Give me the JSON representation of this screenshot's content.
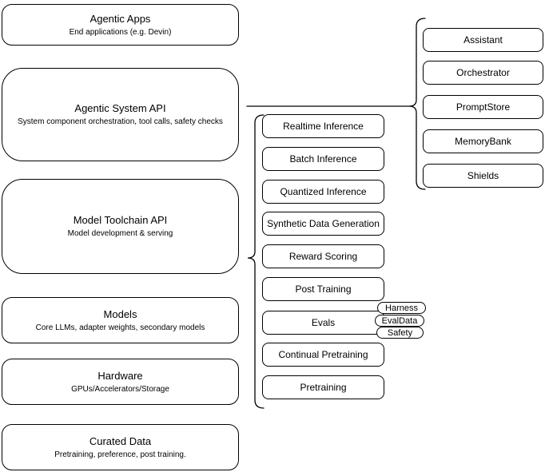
{
  "diagram": {
    "colors": {
      "stroke": "#000000",
      "fill": "#ffffff",
      "text": "#000000"
    },
    "stack_layers": [
      {
        "title": "Agentic Apps",
        "subtitle": "End applications (e.g. Devin)"
      },
      {
        "title": "Agentic System API",
        "subtitle": "System component orchestration, tool calls, safety checks"
      },
      {
        "title": "Model Toolchain API",
        "subtitle": "Model development & serving"
      },
      {
        "title": "Models",
        "subtitle": "Core LLMs, adapter weights, secondary models"
      },
      {
        "title": "Hardware",
        "subtitle": "GPUs/Accelerators/Storage"
      },
      {
        "title": "Curated Data",
        "subtitle": "Pretraining, preference, post training."
      }
    ],
    "toolchain_items": [
      {
        "label": "Realtime Inference"
      },
      {
        "label": "Batch Inference"
      },
      {
        "label": "Quantized Inference"
      },
      {
        "label": "Synthetic Data Generation"
      },
      {
        "label": "Reward Scoring"
      },
      {
        "label": "Post Training"
      },
      {
        "label": "Evals"
      },
      {
        "label": "Continual Pretraining"
      },
      {
        "label": "Pretraining"
      }
    ],
    "evals_tags": [
      {
        "label": "Harness"
      },
      {
        "label": "EvalData"
      },
      {
        "label": "Safety"
      }
    ],
    "system_components": [
      {
        "label": "Assistant"
      },
      {
        "label": "Orchestrator"
      },
      {
        "label": "PromptStore"
      },
      {
        "label": "MemoryBank"
      },
      {
        "label": "Shields"
      }
    ]
  }
}
